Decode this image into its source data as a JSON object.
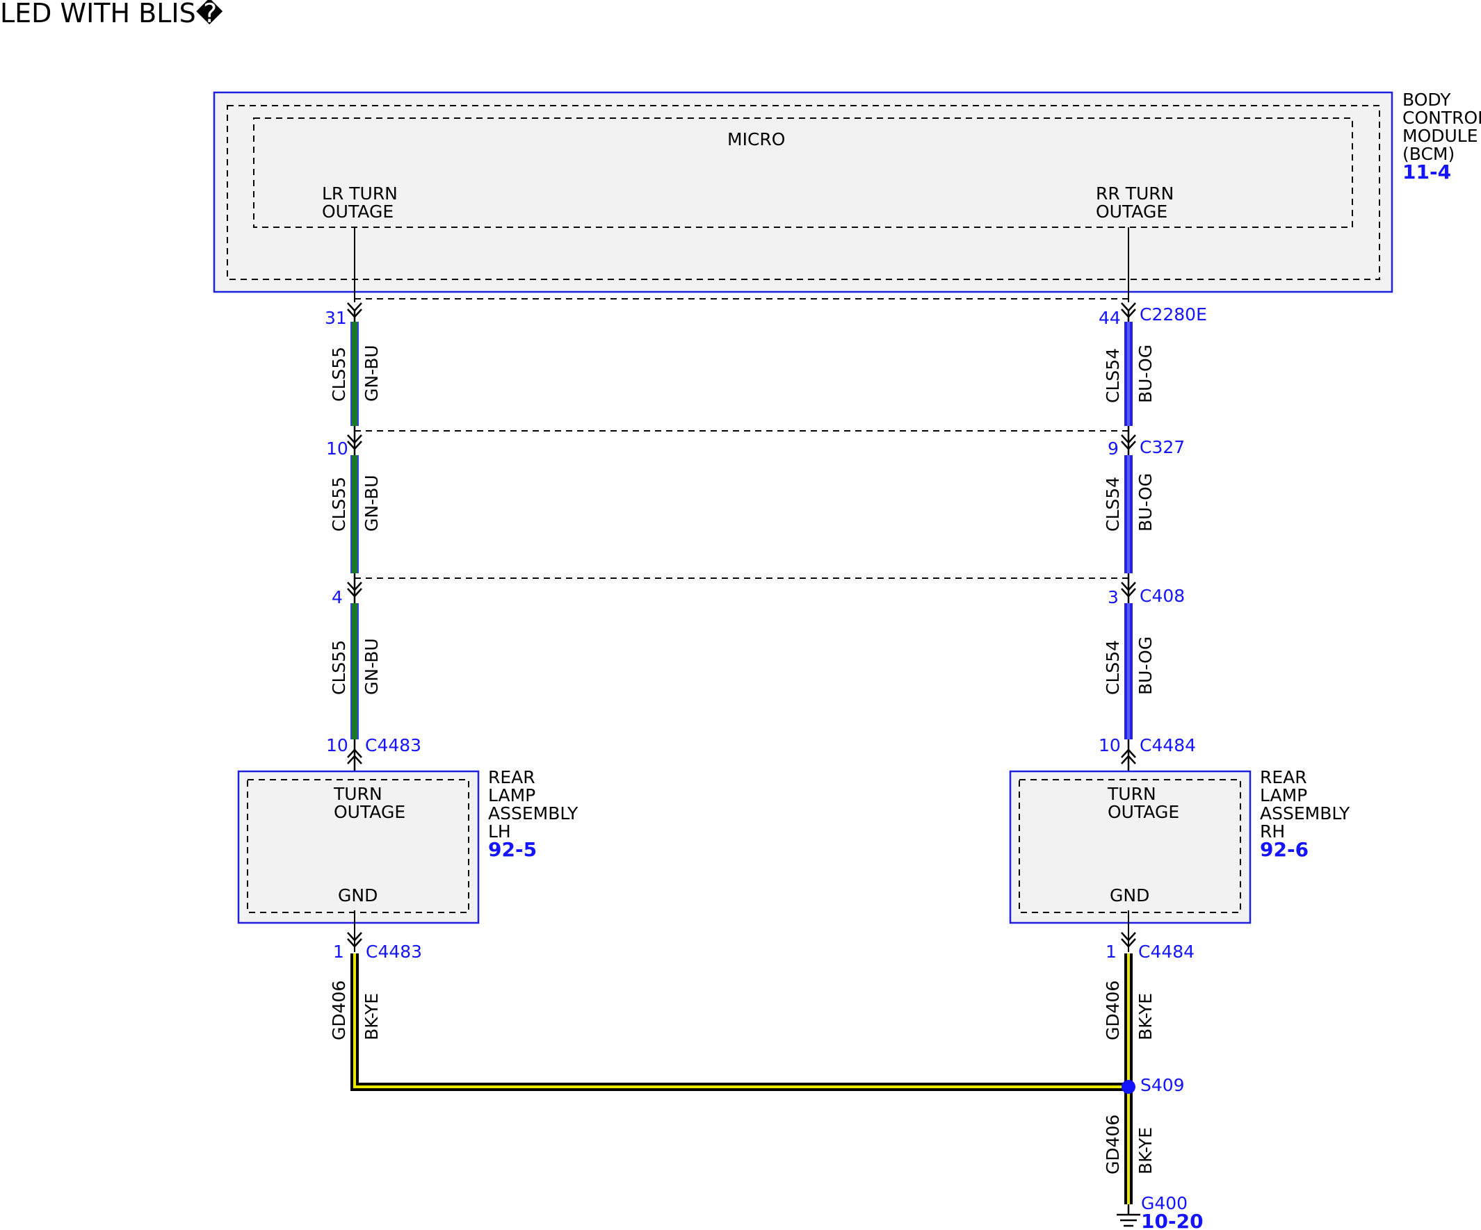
{
  "title": "LED WITH BLIS�",
  "colors": {
    "module_border": "#2020e0",
    "module_fill": "#f2f2f2",
    "pin_text": "#1414ff",
    "gn_bu": [
      "#1a7a2a",
      "#2f3fd8"
    ],
    "bu_og": [
      "#2323e0",
      "#3b3bff"
    ],
    "bk_ye": [
      "#000000",
      "#e8e800"
    ]
  },
  "bcm": {
    "name": [
      "BODY",
      "CONTROL",
      "MODULE",
      "(BCM)"
    ],
    "page_ref": "11-4",
    "micro_label": "MICRO",
    "left_signal": [
      "LR TURN",
      "OUTAGE"
    ],
    "right_signal": [
      "RR TURN",
      "OUTAGE"
    ]
  },
  "left_chain": {
    "pins": [
      "31",
      "10",
      "4",
      "10"
    ],
    "connector_bottom": "C4483",
    "circuit": "CLS55",
    "color_code": "GN-BU"
  },
  "right_chain": {
    "pins": [
      "44",
      "9",
      "3",
      "10"
    ],
    "connectors": [
      "C2280E",
      "C327",
      "C408",
      "C4484"
    ],
    "circuit": "CLS54",
    "color_code": "BU-OG"
  },
  "lamp_lh": {
    "name": [
      "REAR",
      "LAMP",
      "ASSEMBLY",
      "LH"
    ],
    "page_ref": "92-5",
    "signal": [
      "TURN",
      "OUTAGE"
    ],
    "gnd": "GND",
    "gnd_pin": "1",
    "gnd_connector": "C4483"
  },
  "lamp_rh": {
    "name": [
      "REAR",
      "LAMP",
      "ASSEMBLY",
      "RH"
    ],
    "page_ref": "92-6",
    "signal": [
      "TURN",
      "OUTAGE"
    ],
    "gnd": "GND",
    "gnd_pin": "1",
    "gnd_connector": "C4484"
  },
  "ground": {
    "circuit": "GD406",
    "color_code": "BK-YE",
    "splice": "S409",
    "ground_point": "G400",
    "page_ref": "10-20"
  }
}
